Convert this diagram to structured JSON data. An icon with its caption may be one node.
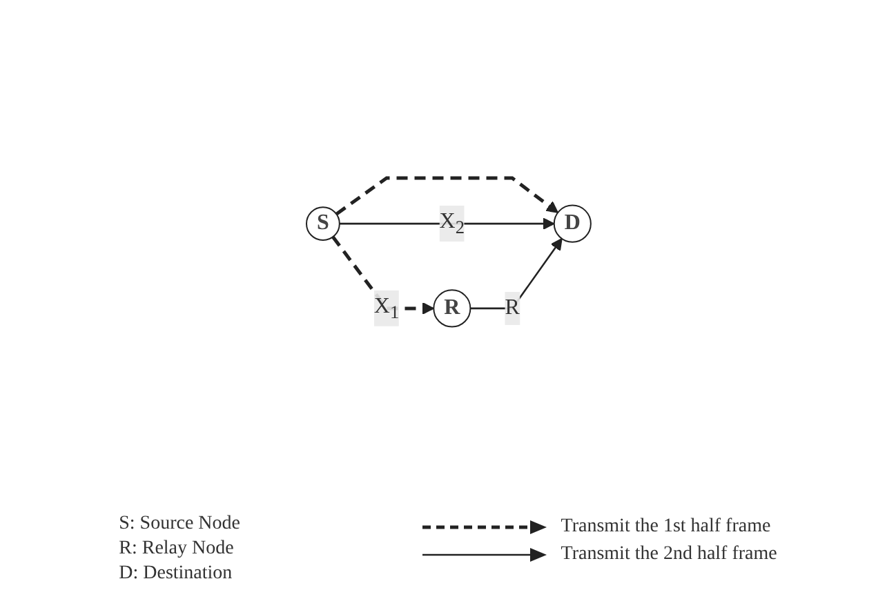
{
  "diagram": {
    "nodes": [
      {
        "text": [
          "S"
        ]
      },
      {
        "text": [
          "R"
        ]
      },
      {
        "text": [
          "D"
        ]
      }
    ],
    "edges": [
      {
        "from": 0,
        "to": 1,
        "arrow": "to",
        "style": "dashed",
        "label": "X$_{1}$"
      },
      {
        "from": 0,
        "to": 2,
        "arrow": "to",
        "style": "dashed"
      },
      {
        "from": 0,
        "to": 2,
        "arrow": "to",
        "label": "X$_{2}$"
      },
      {
        "from": 1,
        "to": 2,
        "arrow": "to",
        "label": "R"
      }
    ],
    "labels": [
      "S: Source Node",
      "R: Relay Node",
      "D: Destination"
    ],
    "legend": [
      {
        "text": "Transmit the 1st half frame"
      },
      {
        "text": "Transmit the 2nd half frame"
      }
    ]
  }
}
